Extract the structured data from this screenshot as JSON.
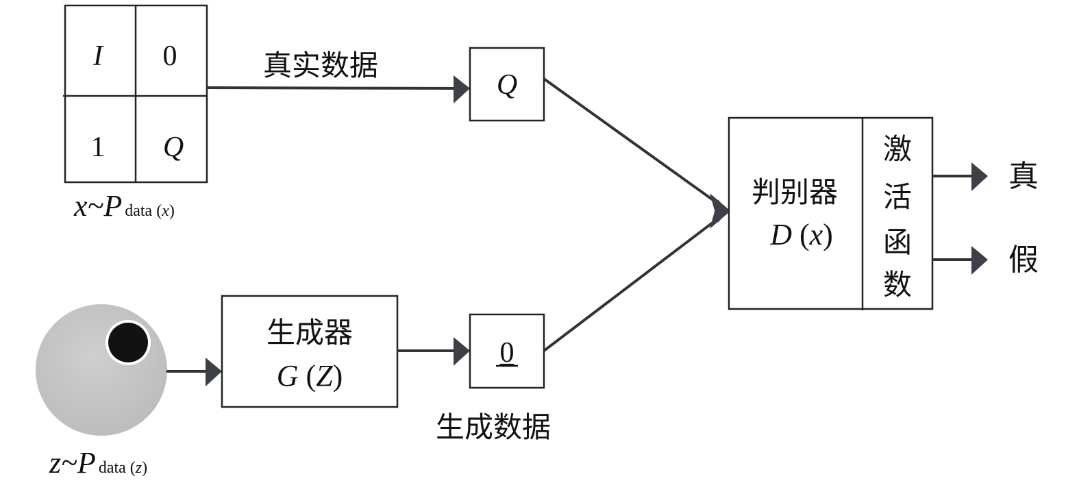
{
  "real_matrix": {
    "cells": [
      "I",
      "0",
      "1",
      "Q"
    ]
  },
  "real_distribution": {
    "var": "x",
    "sym": "~P",
    "sub_prefix": "data (",
    "sub_var": "x",
    "sub_suffix": ")"
  },
  "noise_distribution": {
    "var": "z",
    "sym": "~P",
    "sub_prefix": "data (",
    "sub_var": "z",
    "sub_suffix": ")"
  },
  "real_data_label": "真实数据",
  "real_sample": "Q",
  "generator": {
    "title": "生成器",
    "fn": "G",
    "arg_open": " (",
    "arg": "Z",
    "arg_close": ")"
  },
  "generated_sample": "0",
  "generated_data_label": "生成数据",
  "discriminator": {
    "title": "判别器",
    "fn": "D",
    "arg_open": " (",
    "arg": "x",
    "arg_close": ")"
  },
  "activation": {
    "chars": [
      "激",
      "活",
      "函",
      "数"
    ]
  },
  "outputs": {
    "real": "真",
    "fake": "假"
  }
}
